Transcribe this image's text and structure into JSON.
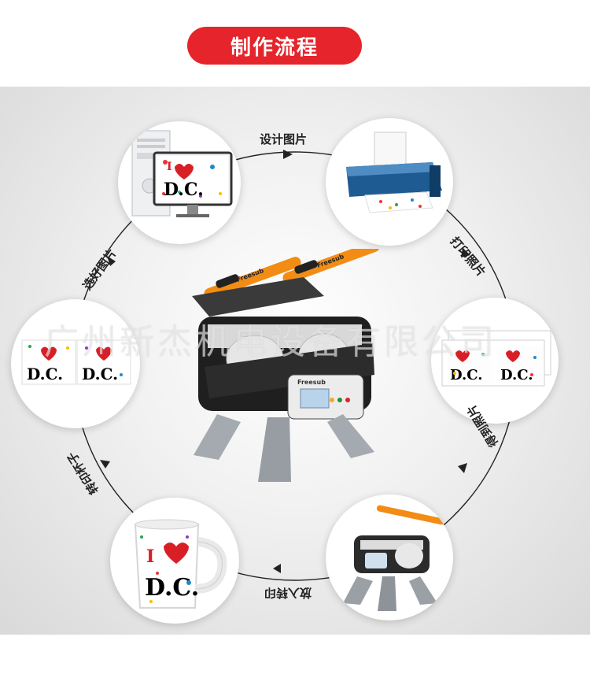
{
  "header": {
    "title": "制作流程"
  },
  "steps": [
    {
      "label": "设计图片"
    },
    {
      "label": "打印照片"
    },
    {
      "label": "得到照片"
    },
    {
      "label": "放入转印"
    },
    {
      "label": "转印杯子"
    },
    {
      "label": "选好图片"
    }
  ],
  "watermark": "广州新杰机电设备有限公司",
  "machine": {
    "brand": "Freesub"
  },
  "artwork": {
    "logo_text": "D.C."
  },
  "colors": {
    "title_pill": "#e5242b",
    "machine_handle": "#f28c14",
    "printer_body": "#1d5b92"
  }
}
